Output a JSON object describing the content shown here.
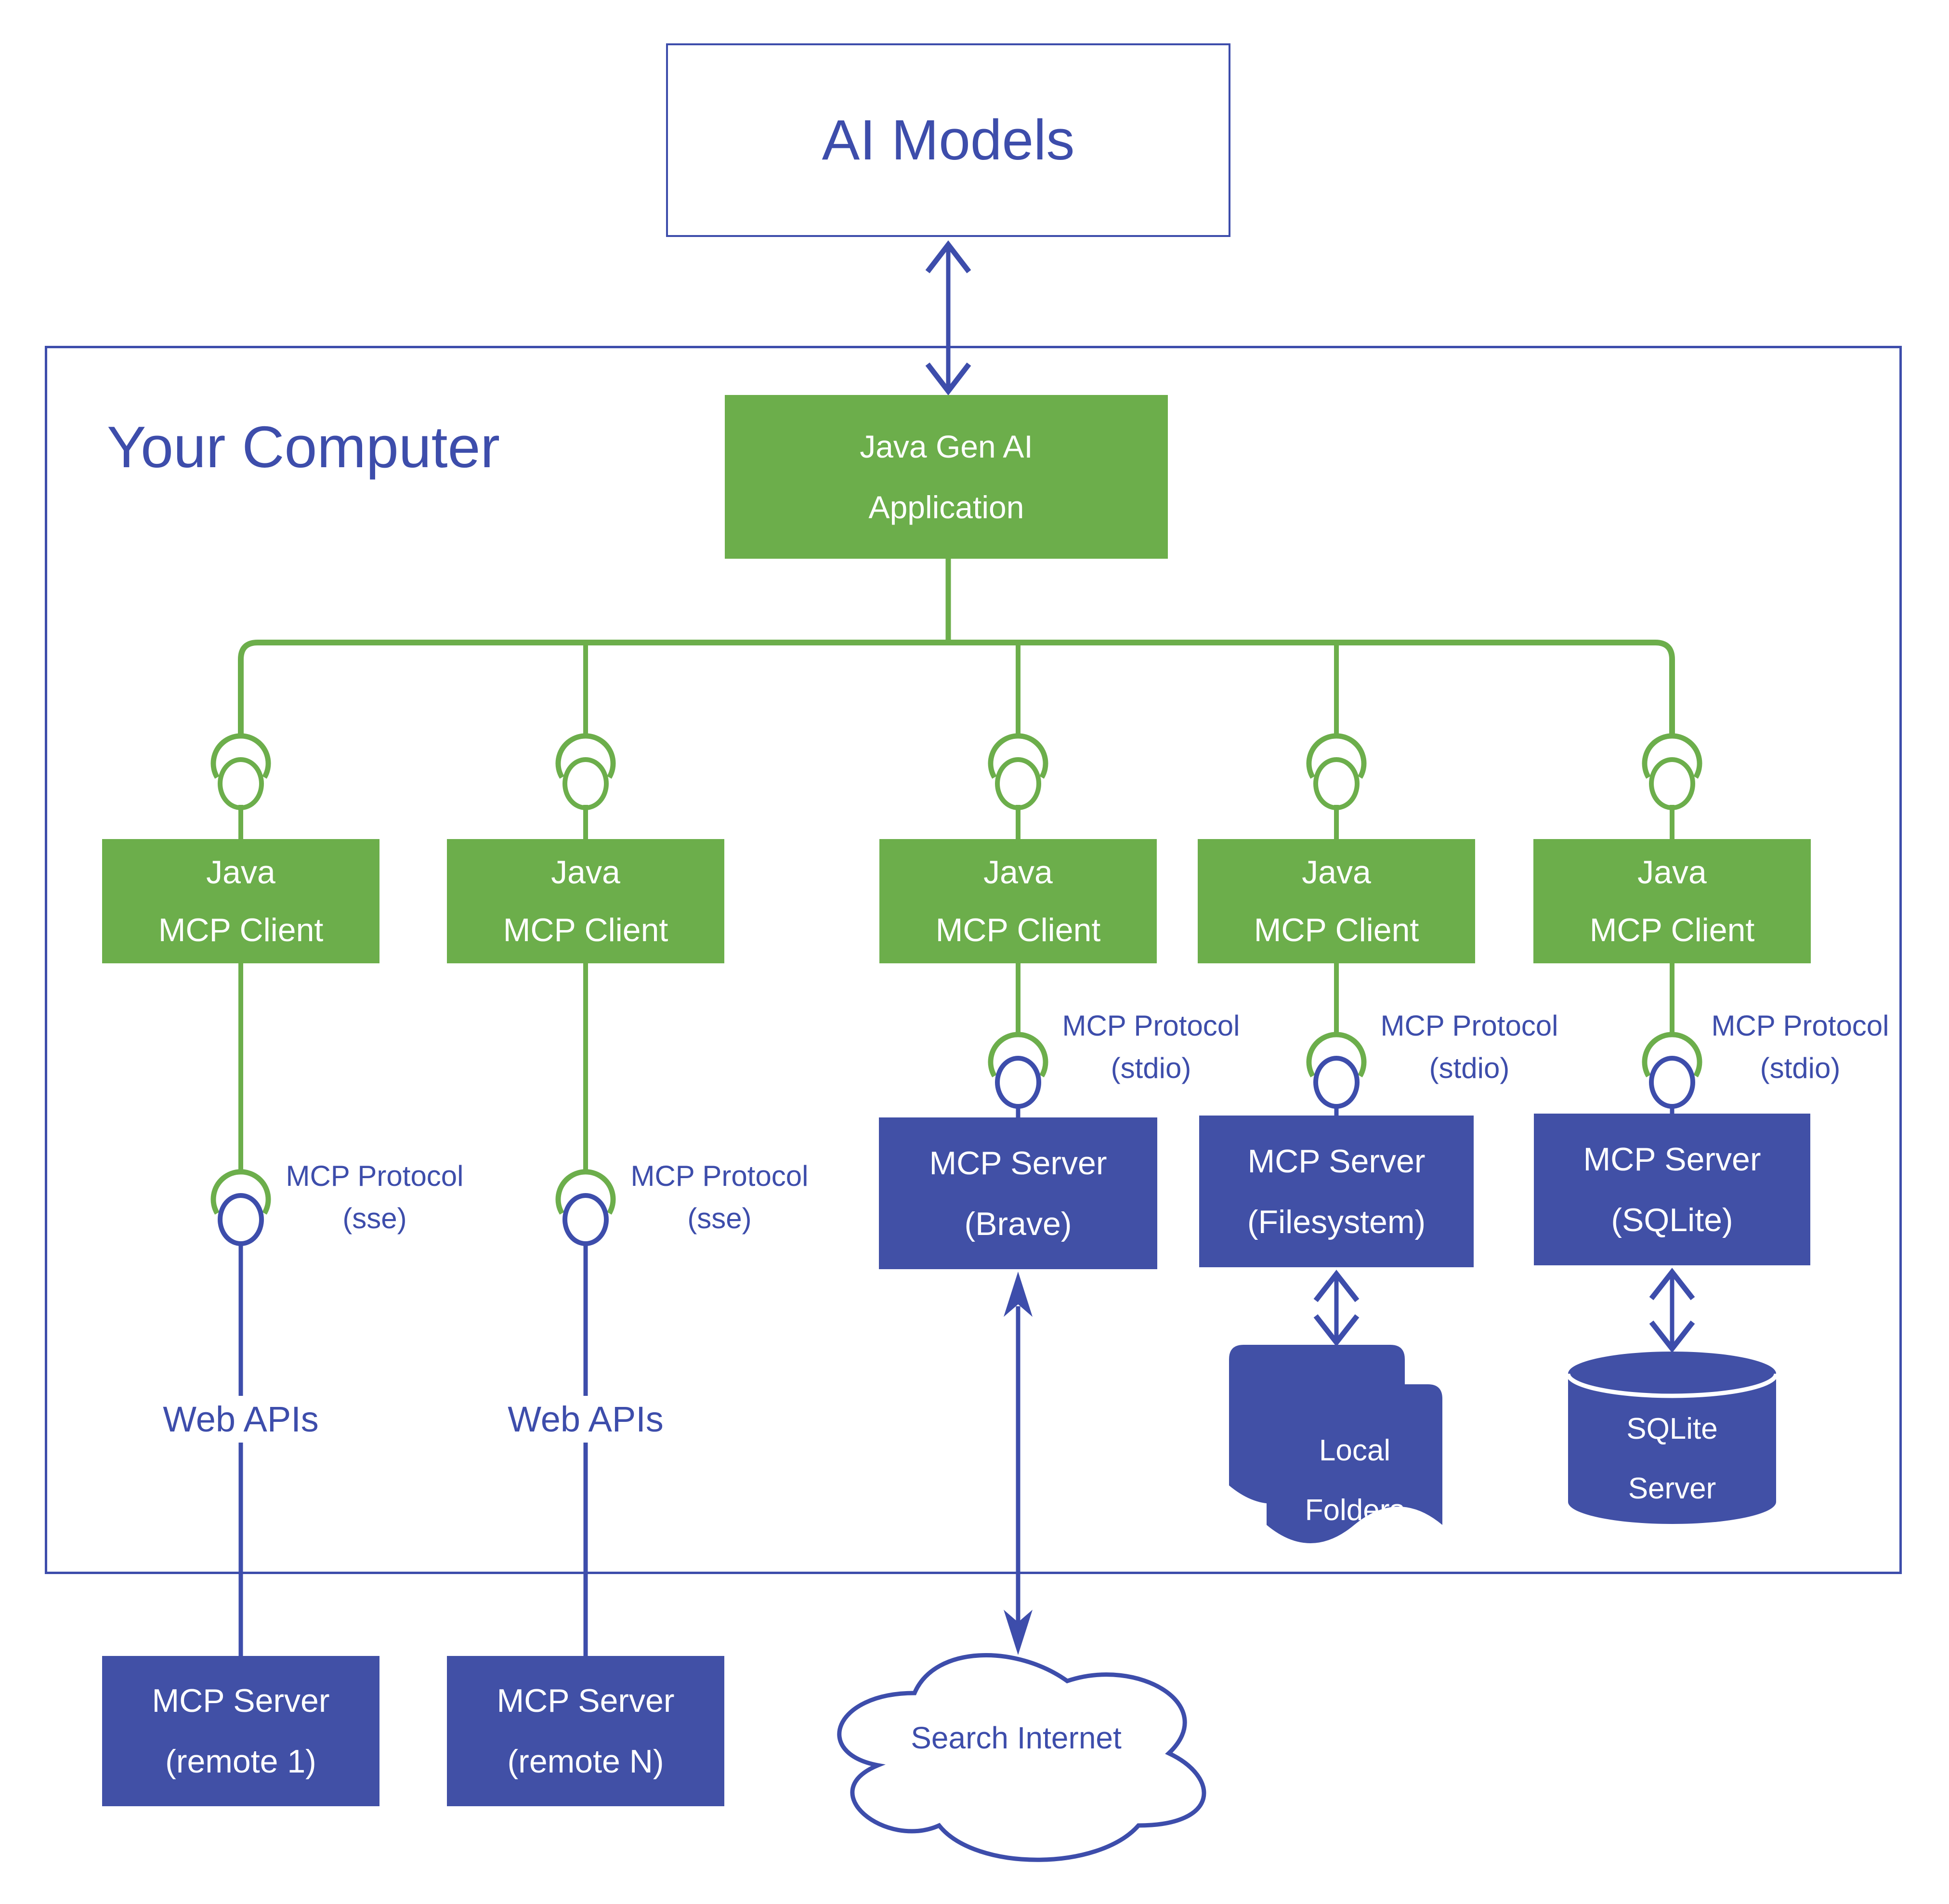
{
  "colors": {
    "green": "#6CAE4B",
    "indigo_fill": "#4150A6",
    "indigo": "#3D4DAB",
    "white": "#ffffff"
  },
  "ai_models": {
    "label": "AI Models"
  },
  "your_computer": {
    "label": "Your Computer"
  },
  "app": {
    "line1": "Java Gen AI",
    "line2": "Application"
  },
  "clients": [
    {
      "line1": "Java",
      "line2": "MCP Client"
    },
    {
      "line1": "Java",
      "line2": "MCP Client"
    },
    {
      "line1": "Java",
      "line2": "MCP Client"
    },
    {
      "line1": "Java",
      "line2": "MCP Client"
    },
    {
      "line1": "Java",
      "line2": "MCP Client"
    }
  ],
  "protocols": [
    {
      "line1": "MCP Protocol",
      "line2": "(sse)"
    },
    {
      "line1": "MCP Protocol",
      "line2": "(sse)"
    },
    {
      "line1": "MCP Protocol",
      "line2": "(stdio)"
    },
    {
      "line1": "MCP Protocol",
      "line2": "(stdio)"
    },
    {
      "line1": "MCP Protocol",
      "line2": "(stdio)"
    }
  ],
  "web_apis": [
    {
      "label": "Web APIs"
    },
    {
      "label": "Web APIs"
    }
  ],
  "servers": [
    {
      "line1": "MCP Server",
      "line2": "(Brave)"
    },
    {
      "line1": "MCP Server",
      "line2": "(Filesystem)"
    },
    {
      "line1": "MCP Server",
      "line2": "(SQLite)"
    }
  ],
  "storage": {
    "local_folders": {
      "line1": "Local",
      "line2": "Folders"
    },
    "sqlite_server": {
      "line1": "SQLite",
      "line2": "Server"
    }
  },
  "remotes": [
    {
      "line1": "MCP Server",
      "line2": "(remote 1)"
    },
    {
      "line1": "MCP Server",
      "line2": "(remote N)"
    }
  ],
  "cloud": {
    "line1": "Search",
    "line2": "Internet"
  }
}
